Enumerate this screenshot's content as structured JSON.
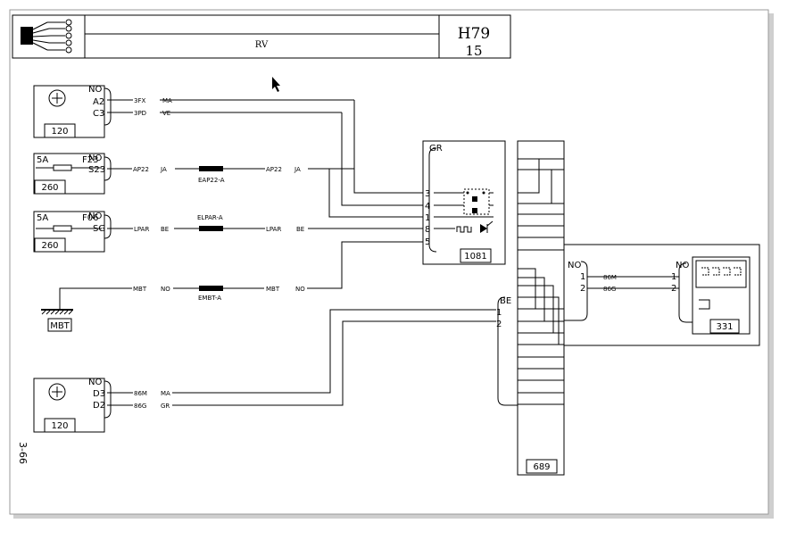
{
  "title_block": {
    "label": "RV",
    "ref": "H79",
    "sub": "15"
  },
  "page_number": "3-66",
  "components": {
    "c120_top": "120",
    "c260_top": "260",
    "c260_bottom": "260",
    "mbt": "MBT",
    "c120_bottom": "120",
    "c1081": "1081",
    "c689": "689",
    "c331": "331"
  },
  "fuses": {
    "f23": {
      "rating": "5A",
      "name": "F23"
    },
    "f06": {
      "rating": "5A",
      "name": "F06"
    }
  },
  "pins": {
    "top120": [
      "NO",
      "A2",
      "C3"
    ],
    "f23": [
      "NO",
      "S23"
    ],
    "f06": [
      "NO",
      "SG"
    ],
    "bot120": [
      "NO",
      "D3",
      "D2"
    ],
    "c1081_group": "GR",
    "c1081": [
      "3",
      "4",
      "1",
      "8",
      "5"
    ],
    "c689_group": "BE",
    "c689": [
      "1",
      "2"
    ],
    "relay_left": [
      "NO",
      "1",
      "2"
    ],
    "relay_right": [
      "NO",
      "1",
      "2"
    ]
  },
  "wires": {
    "w3fx": {
      "code": "3FX",
      "color": "MA"
    },
    "w3pd": {
      "code": "3PD",
      "color": "VE"
    },
    "ap22_left": {
      "code": "AP22",
      "color": "JA"
    },
    "ap22_right": {
      "code": "AP22",
      "color": "JA"
    },
    "ap22_splice": "EAP22-A",
    "lpar_left": {
      "code": "LPAR",
      "color": "BE"
    },
    "lpar_right": {
      "code": "LPAR",
      "color": "BE"
    },
    "lpar_splice": "ELPAR-A",
    "mbt_left": {
      "code": "MBT",
      "color": "NO"
    },
    "mbt_right": {
      "code": "MBT",
      "color": "NO"
    },
    "mbt_splice": "EMBT-A",
    "w86m_bot": {
      "code": "86M",
      "color": "MA"
    },
    "w86g_bot": {
      "code": "86G",
      "color": "GR"
    },
    "w86m_relay": "86M",
    "w86g_relay": "86G"
  }
}
